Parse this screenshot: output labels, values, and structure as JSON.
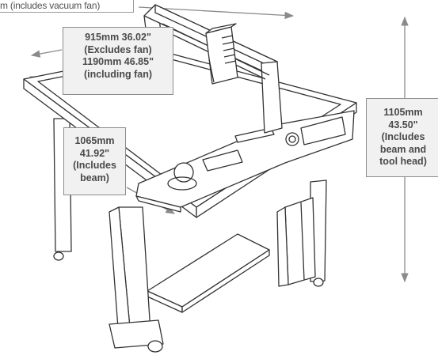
{
  "top_label": "m (includes vacuum fan)",
  "width_label": {
    "line1": "915mm 36.02\"",
    "line2": "(Excludes fan)",
    "line3": "1190mm 46.85\"",
    "line4": "(including fan)"
  },
  "depth_label": {
    "line1": "1065mm",
    "line2": "41.92\"",
    "line3": "(Includes",
    "line4": "beam)"
  },
  "height_label": {
    "line1": "1105mm",
    "line2": "43.50\"",
    "line3": "(Includes",
    "line4": "beam and",
    "line5": "tool head)"
  },
  "colors": {
    "line": "#333333",
    "arrow": "#8a8a8a",
    "label_bg": "#f1f1f1",
    "label_border": "#8c8c8c",
    "label_text": "#4a4a4a"
  }
}
